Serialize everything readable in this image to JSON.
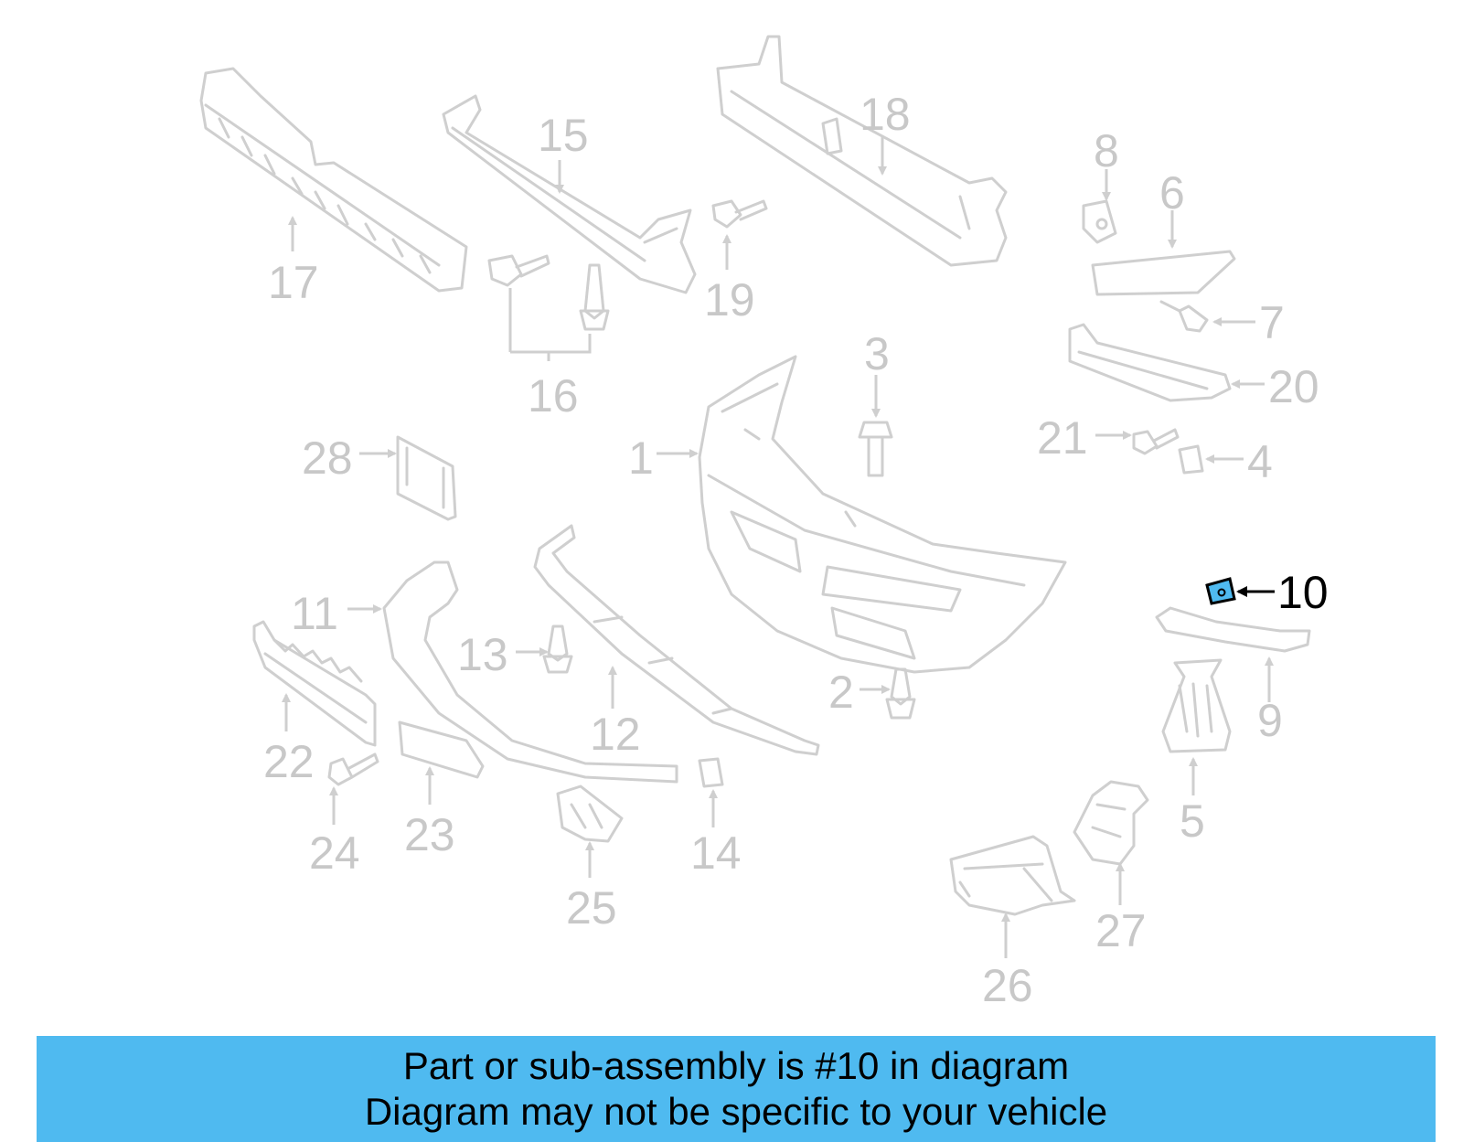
{
  "colors": {
    "banner_background": "#4fbaf0",
    "highlight_part": "#4fbaf0",
    "inactive_part": "#cfcfcf",
    "active_label": "#000000"
  },
  "highlighted_part": "10",
  "callouts": [
    "1",
    "2",
    "3",
    "4",
    "5",
    "6",
    "7",
    "8",
    "9",
    "10",
    "11",
    "12",
    "13",
    "14",
    "15",
    "16",
    "17",
    "18",
    "19",
    "20",
    "21",
    "22",
    "23",
    "24",
    "25",
    "26",
    "27",
    "28"
  ],
  "banner": {
    "line1": "Part or sub-assembly is #10 in diagram",
    "line2": "Diagram may not be specific to your vehicle"
  }
}
